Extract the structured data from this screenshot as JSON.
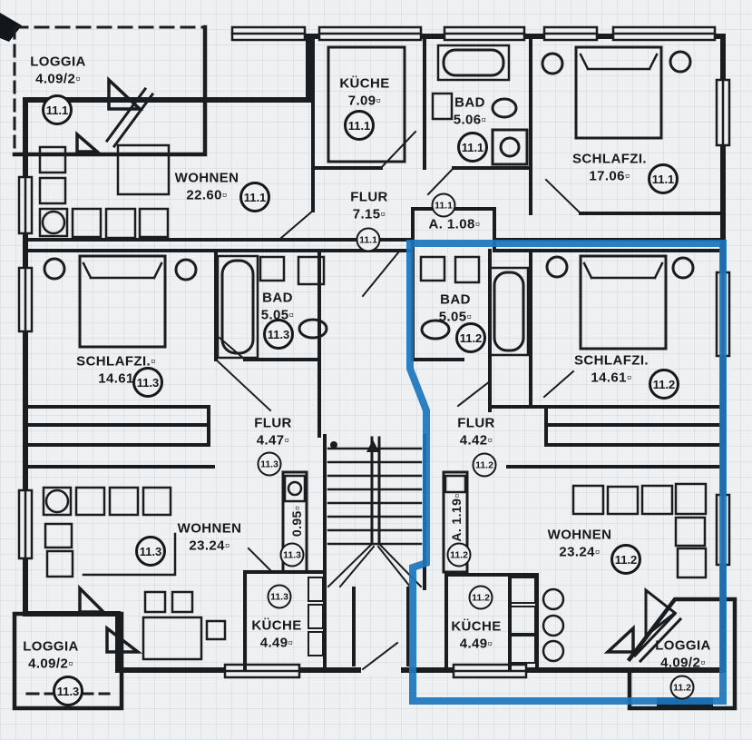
{
  "plan": {
    "highlighted_unit": "11.2",
    "units": [
      "11.1",
      "11.2",
      "11.3"
    ]
  },
  "colors": {
    "highlight_blue": "#1b76bd",
    "ink": "#1a1d20",
    "paper": "#eef0f1"
  },
  "rooms": [
    {
      "name": "LOGGIA",
      "area": "4.09/2▫",
      "unit": "11.1"
    },
    {
      "name": "WOHNEN",
      "area": "22.60▫",
      "unit": "11.1"
    },
    {
      "name": "KÜCHE",
      "area": "7.09▫",
      "unit": "11.1"
    },
    {
      "name": "BAD",
      "area": "5.06▫",
      "unit": "11.1"
    },
    {
      "name": "SCHLAFZI.",
      "area": "17.06▫",
      "unit": "11.1"
    },
    {
      "name": "FLUR",
      "area": "7.15▫",
      "unit": "11.1"
    },
    {
      "name": "A. 1.08▫",
      "area": "",
      "unit": "11.1"
    },
    {
      "name": "SCHLAFZI.▫",
      "area": "14.61",
      "unit": "11.3"
    },
    {
      "name": "BAD",
      "area": "5.05▫",
      "unit": "11.3"
    },
    {
      "name": "BAD",
      "area": "5.05▫",
      "unit": "11.2"
    },
    {
      "name": "SCHLAFZI.",
      "area": "14.61▫",
      "unit": "11.2"
    },
    {
      "name": "FLUR",
      "area": "4.47▫",
      "unit": "11.3"
    },
    {
      "name": "FLUR",
      "area": "4.42▫",
      "unit": "11.2"
    },
    {
      "name": "0.95▫",
      "area": "",
      "unit": "11.3"
    },
    {
      "name": "A. 1.19▫",
      "area": "",
      "unit": "11.2"
    },
    {
      "name": "WOHNEN",
      "area": "23.24▫",
      "unit": "11.3"
    },
    {
      "name": "WOHNEN",
      "area": "23.24▫",
      "unit": "11.2"
    },
    {
      "name": "KÜCHE",
      "area": "4.49▫",
      "unit": "11.3"
    },
    {
      "name": "KÜCHE",
      "area": "4.49▫",
      "unit": "11.2"
    },
    {
      "name": "LOGGIA",
      "area": "4.09/2▫",
      "unit": "11.3"
    },
    {
      "name": "LOGGIA",
      "area": "4.09/2▫",
      "unit": "11.2"
    }
  ]
}
